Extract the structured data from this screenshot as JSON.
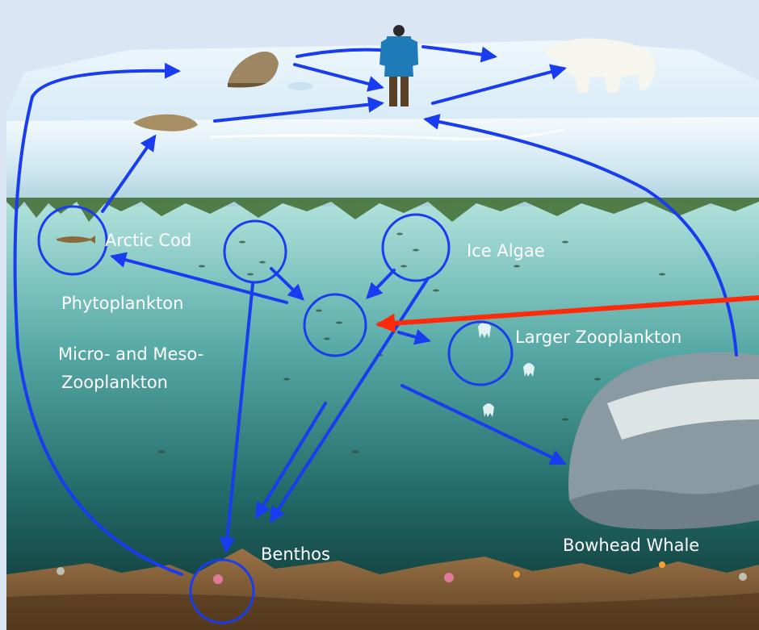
{
  "labels": {
    "arctic_cod": "Arctic Cod",
    "ice_algae": "Ice Algae",
    "phytoplankton": "Phytoplankton",
    "micro_meso_line1": "Micro- and Meso-",
    "micro_meso_line2": "Zooplankton",
    "larger_zooplankton": "Larger Zooplankton",
    "benthos": "Benthos",
    "bowhead_whale": "Bowhead Whale"
  },
  "colors": {
    "flow_arrow": "#1a3cf0",
    "highlight_arrow": "#ff2a0a",
    "ice": "#e6f2fa",
    "water_top": "#a8dcd6",
    "water_bottom": "#0f3b38",
    "seafloor": "#7a5a35",
    "label_text": "#ffffff"
  },
  "icons": [
    "walrus-icon",
    "seal-icon",
    "human-hunter-icon",
    "polar-bear-icon",
    "bowhead-whale-icon"
  ]
}
